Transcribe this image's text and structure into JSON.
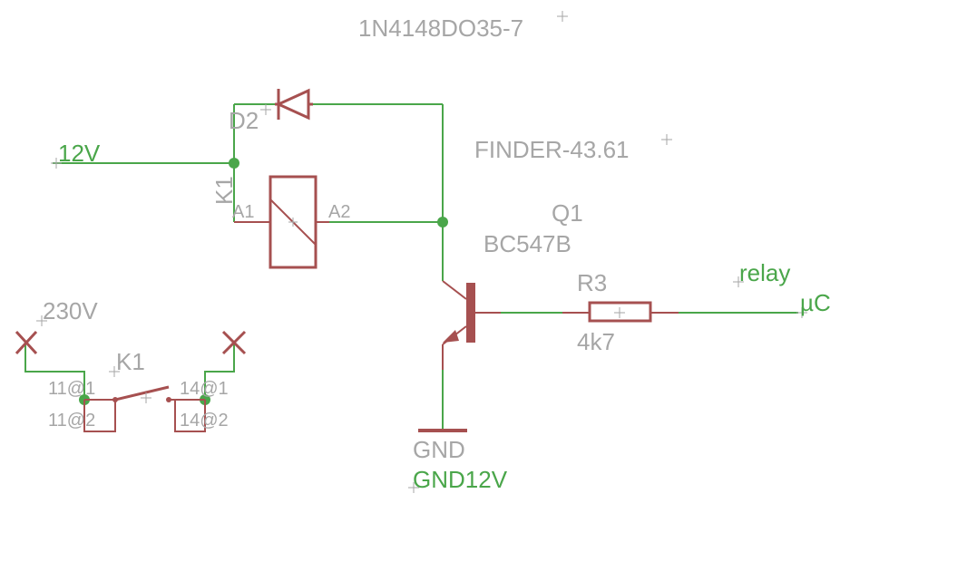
{
  "labels": {
    "diode_value": "1N4148DO35-7",
    "diode_name": "D2",
    "relay_value": "FINDER-43.61",
    "relay_name": "K1",
    "relay_pin_a1": "A1",
    "relay_pin_a2": "A2",
    "transistor_name": "Q1",
    "transistor_value": "BC547B",
    "resistor_name": "R3",
    "resistor_value": "4k7",
    "net_12v": "12V",
    "net_relay": "relay",
    "net_uc": "µC",
    "net_230v": "230V",
    "switch_name": "K1",
    "pin_11_1": "11@1",
    "pin_11_2": "11@2",
    "pin_14_1": "14@1",
    "pin_14_2": "14@2",
    "gnd_symbol": "GND",
    "net_gnd12v": "GND12V"
  },
  "colors": {
    "wire": "#4aa64a",
    "part": "#a65050",
    "text_gray": "#a6a6a6",
    "net_label": "#4aa64a"
  }
}
